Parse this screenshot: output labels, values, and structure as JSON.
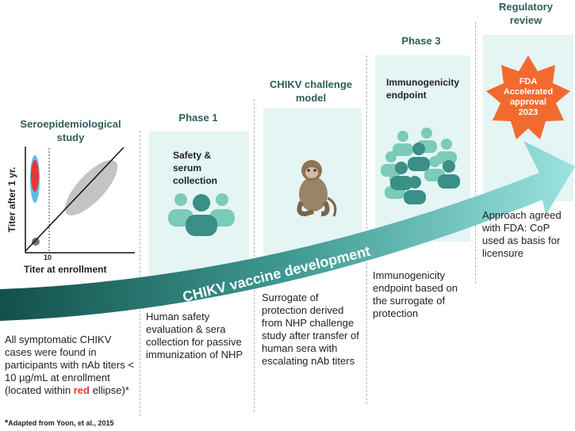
{
  "columns": {
    "sero": {
      "heading_line1": "Seroepidemiological",
      "heading_line2": "study",
      "description": "All symptomatic CHIKV cases were found in participants with nAb titers < 10 µg/mL at enrollment (located within",
      "description_red": "red",
      "description_end": "ellipse)*",
      "plot": {
        "ylabel": "Titer  after 1 yr.",
        "xlabel": "Titer at enrollment",
        "tick": "10"
      }
    },
    "phase1": {
      "heading": "Phase 1",
      "panel_line1": "Safety &",
      "panel_line2": "serum",
      "panel_line3": "collection",
      "description": "Human safety evaluation & sera collection for passive immunization of NHP"
    },
    "challenge": {
      "heading_line1": "CHIKV challenge",
      "heading_line2": "model",
      "description": "Surrogate of protection derived from NHP challenge study after transfer of human sera with escalating nAb titers"
    },
    "phase3": {
      "heading": "Phase 3",
      "panel_line1": "Immunogenicity",
      "panel_line2": "endpoint",
      "description": "Immunogenicity endpoint based on the surrogate of protection"
    },
    "regulatory": {
      "heading_line1": "Regulatory",
      "heading_line2": "review",
      "badge_line1": "FDA",
      "badge_line2": "Accelerated",
      "badge_line3": "approval",
      "badge_line4": "2023",
      "description": "Approach agreed with FDA: CoP used as basis for licensure"
    }
  },
  "arrow_label": "CHIKV vaccine development",
  "footnote_star": "*",
  "footnote": "Adapted from Yoon, et al., 2015",
  "colors": {
    "heading": "#2f5d5a",
    "panel": "#e4f5f3",
    "arrow_dark": "#12504b",
    "arrow_light": "#86dad6",
    "people": "#7ccab8",
    "people_dark": "#3a8f86",
    "red": "#e53935",
    "badge_orange": "#f26a2e"
  }
}
